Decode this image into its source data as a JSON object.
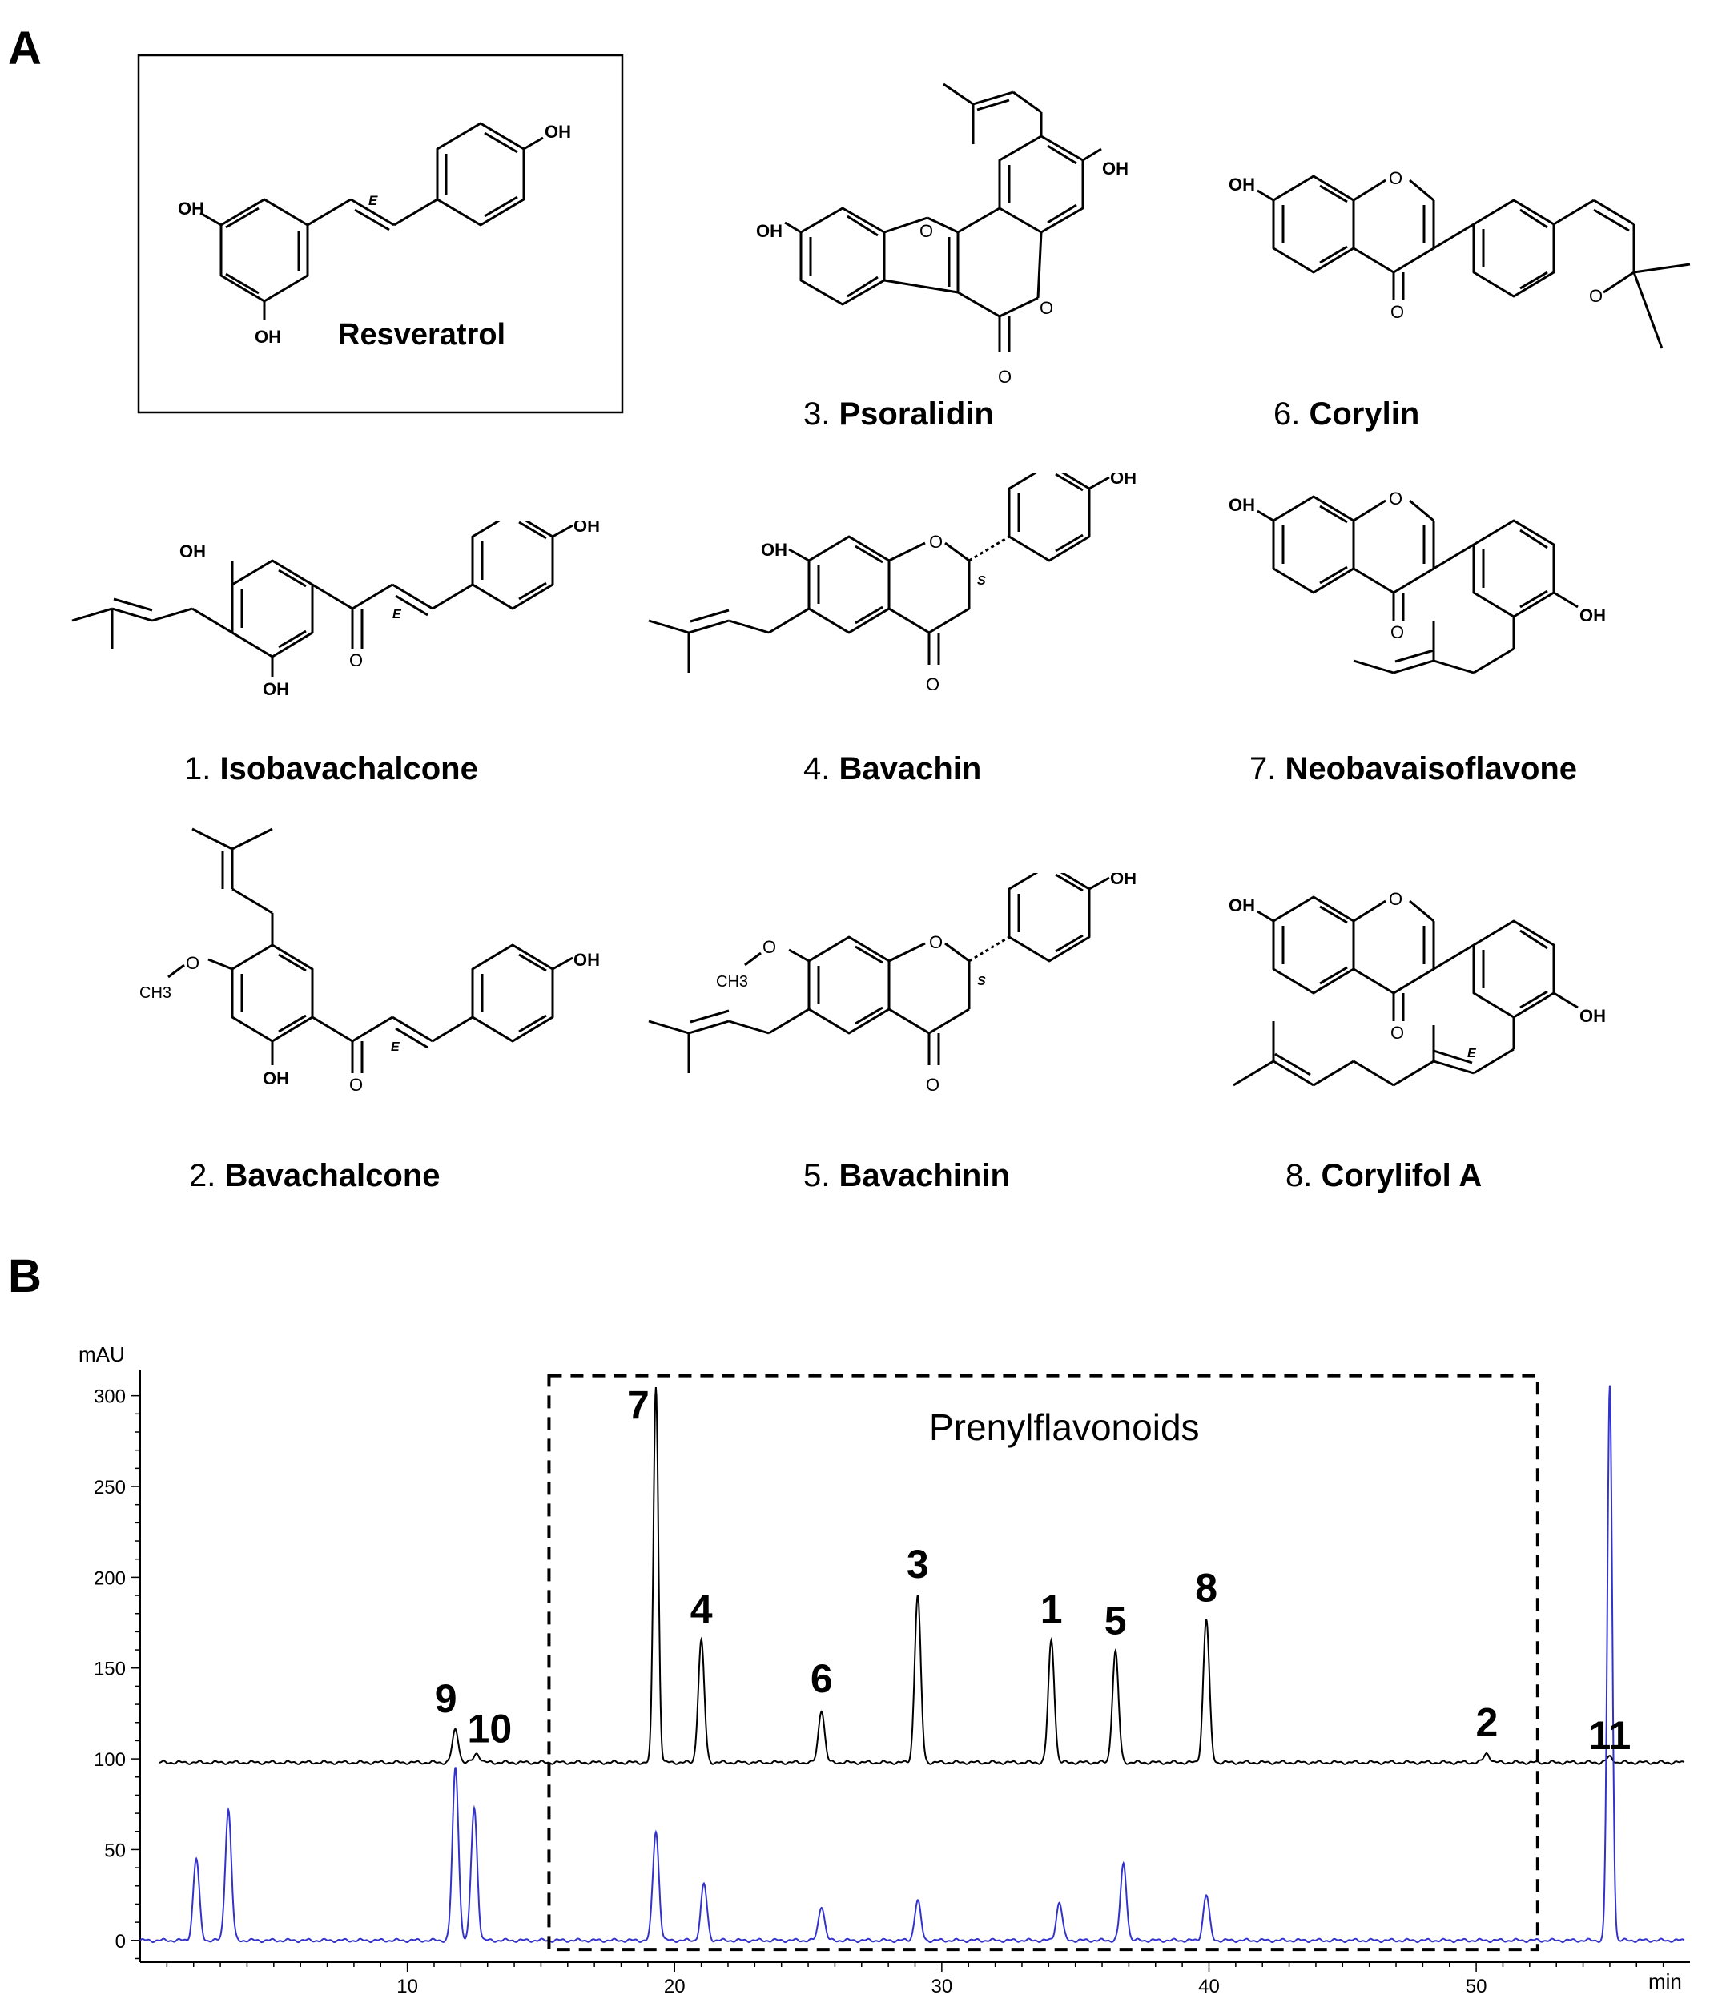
{
  "panels": {
    "a": "A",
    "b": "B"
  },
  "reference": {
    "name": "Resveratrol",
    "stereo": "E"
  },
  "atoms": {
    "oh": "OH",
    "o": "O",
    "ch3": "CH3",
    "s": "S",
    "e": "E"
  },
  "compounds": [
    {
      "number": "1.",
      "name": "Isobavachalcone"
    },
    {
      "number": "2.",
      "name": "Bavachalcone"
    },
    {
      "number": "3.",
      "name": "Psoralidin"
    },
    {
      "number": "4.",
      "name": "Bavachin"
    },
    {
      "number": "5.",
      "name": "Bavachinin"
    },
    {
      "number": "6.",
      "name": "Corylin"
    },
    {
      "number": "7.",
      "name": "Neobavaisoflavone"
    },
    {
      "number": "8.",
      "name": "Corylifol A"
    }
  ],
  "chromatogram": {
    "box_label": "Prenylflavonoids",
    "y_unit": "mAU",
    "x_unit": "min",
    "chart_data": {
      "type": "line",
      "xlim": [
        0,
        58
      ],
      "ylim": [
        -12,
        310
      ],
      "y_ticks": [
        0,
        50,
        100,
        150,
        200,
        250,
        300
      ],
      "x_ticks": [
        10,
        20,
        30,
        40,
        50
      ],
      "box_range_x": [
        15.3,
        52.3
      ],
      "box_range_y": [
        -5,
        300
      ],
      "series": [
        {
          "color": "#000000",
          "baseline": 98,
          "peaks": [
            {
              "label": "9",
              "x": 11.8,
              "y": 116
            },
            {
              "label": "10",
              "x": 12.6,
              "y": 103
            },
            {
              "label": "7",
              "x": 19.3,
              "y": 305
            },
            {
              "label": "4",
              "x": 21.0,
              "y": 165
            },
            {
              "label": "6",
              "x": 25.5,
              "y": 127
            },
            {
              "label": "3",
              "x": 29.1,
              "y": 190
            },
            {
              "label": "1",
              "x": 34.1,
              "y": 165
            },
            {
              "label": "5",
              "x": 36.5,
              "y": 159
            },
            {
              "label": "8",
              "x": 39.9,
              "y": 177
            },
            {
              "label": "2",
              "x": 50.4,
              "y": 103
            },
            {
              "label": "11",
              "x": 55.0,
              "y": 101
            }
          ]
        },
        {
          "color": "#3333cc",
          "baseline": 0,
          "peaks": [
            {
              "label": "",
              "x": 2.1,
              "y": 45
            },
            {
              "label": "",
              "x": 3.3,
              "y": 72
            },
            {
              "label": "",
              "x": 11.8,
              "y": 95
            },
            {
              "label": "",
              "x": 12.5,
              "y": 73
            },
            {
              "label": "",
              "x": 19.3,
              "y": 60
            },
            {
              "label": "",
              "x": 21.1,
              "y": 31
            },
            {
              "label": "",
              "x": 25.5,
              "y": 19
            },
            {
              "label": "",
              "x": 29.1,
              "y": 22
            },
            {
              "label": "",
              "x": 34.4,
              "y": 21
            },
            {
              "label": "",
              "x": 36.8,
              "y": 42
            },
            {
              "label": "",
              "x": 39.9,
              "y": 25
            },
            {
              "label": "",
              "x": 55.0,
              "y": 305
            }
          ]
        }
      ]
    }
  }
}
